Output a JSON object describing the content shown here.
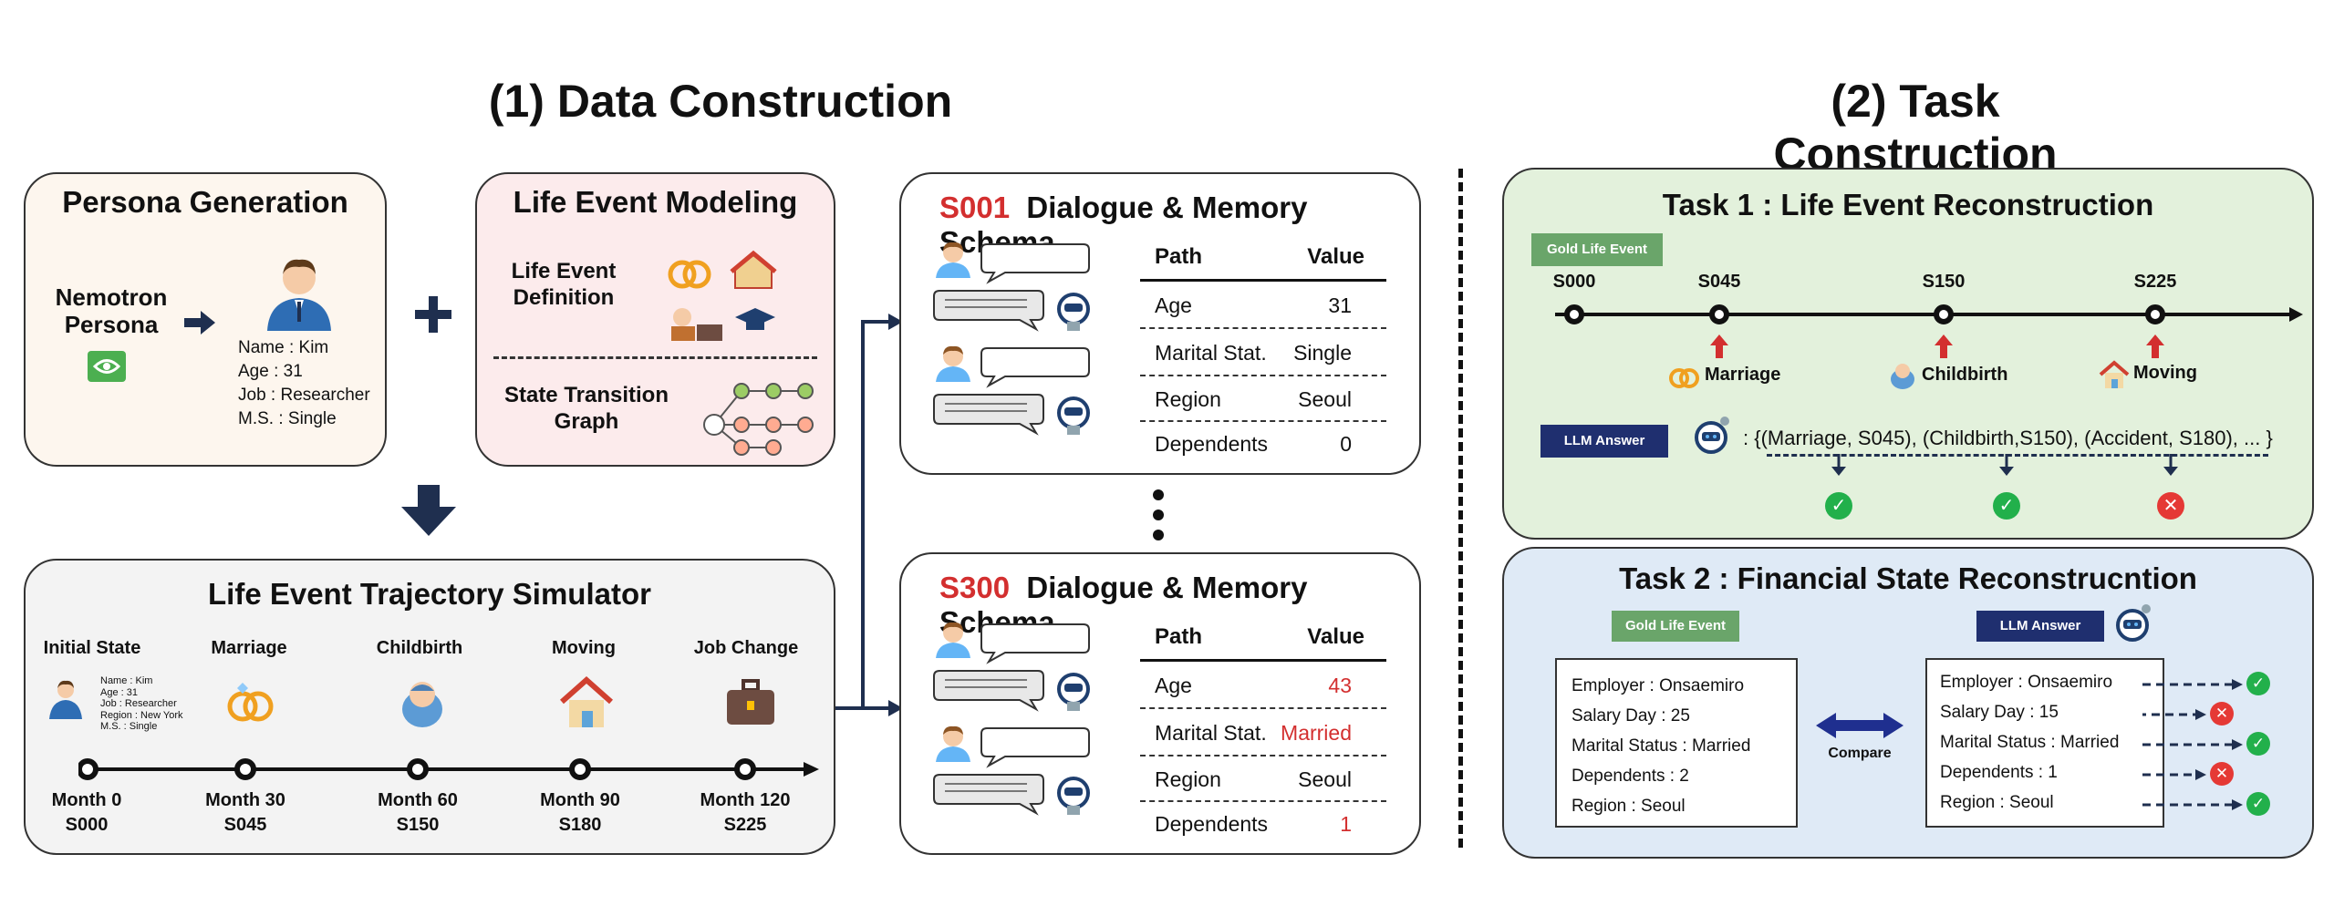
{
  "data_construction": {
    "title": "(1) Data Construction",
    "persona": {
      "title": "Persona Generation",
      "source": "Nemotron Persona",
      "details": [
        "Name : Kim",
        "Age : 31",
        "Job : Researcher",
        "M.S. : Single"
      ]
    },
    "life_event_modeling": {
      "title": "Life Event Modeling",
      "definition": "Life Event Definition",
      "graph": "State Transition Graph"
    },
    "simulator": {
      "title": "Life Event Trajectory Simulator",
      "initial_details": [
        "Name : Kim",
        "Age : 31",
        "Job : Researcher",
        "Region : New York",
        "M.S. : Single"
      ],
      "events": [
        {
          "label": "Initial State",
          "month": "Month 0",
          "state": "S000"
        },
        {
          "label": "Marriage",
          "month": "Month 30",
          "state": "S045"
        },
        {
          "label": "Childbirth",
          "month": "Month 60",
          "state": "S150"
        },
        {
          "label": "Moving",
          "month": "Month 90",
          "state": "S180"
        },
        {
          "label": "Job Change",
          "month": "Month 120",
          "state": "S225"
        }
      ]
    },
    "schemas": [
      {
        "id": "S001",
        "title": "Dialogue & Memory Schema",
        "col_path": "Path",
        "col_value": "Value",
        "rows": [
          {
            "path": "Age",
            "value": "31"
          },
          {
            "path": "Marital Stat.",
            "value": "Single"
          },
          {
            "path": "Region",
            "value": "Seoul"
          },
          {
            "path": "Dependents",
            "value": "0"
          }
        ]
      },
      {
        "id": "S300",
        "title": "Dialogue & Memory Schema",
        "col_path": "Path",
        "col_value": "Value",
        "rows": [
          {
            "path": "Age",
            "value": "43",
            "changed": true
          },
          {
            "path": "Marital Stat.",
            "value": "Married",
            "changed": true
          },
          {
            "path": "Region",
            "value": "Seoul"
          },
          {
            "path": "Dependents",
            "value": "1",
            "changed": true
          }
        ]
      }
    ]
  },
  "task_construction": {
    "title": "(2) Task Construction",
    "task1": {
      "title": "Task 1 : Life Event Reconstruction",
      "gold_tag": "Gold Life Event",
      "states": [
        "S000",
        "S045",
        "S150",
        "S225"
      ],
      "events": [
        "Marriage",
        "Childbirth",
        "Moving"
      ],
      "llm_tag": "LLM Answer",
      "llm_answer": ": {(Marriage, S045), (Childbirth,S150), (Accident, S180), ... }"
    },
    "task2": {
      "title": "Task 2 : Financial State Reconstrucntion",
      "gold_tag": "Gold Life Event",
      "llm_tag": "LLM Answer",
      "compare": "Compare",
      "gold": [
        "Employer : Onsaemiro",
        "Salary Day : 25",
        "Marital Status : Married",
        "Dependents : 2",
        "Region : Seoul"
      ],
      "llm": [
        "Employer : Onsaemiro",
        "Salary Day : 15",
        "Marital Status : Married",
        "Dependents : 1",
        "Region : Seoul"
      ]
    }
  },
  "colors": {
    "red": "#d32f2f",
    "navy": "#1f2f4f",
    "green_tag": "#6aa56a",
    "check": "#22b04b",
    "cross": "#e53935"
  }
}
